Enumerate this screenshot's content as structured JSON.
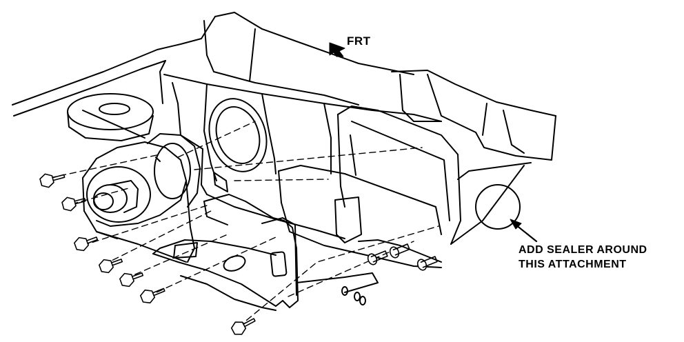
{
  "labels": {
    "frt": "FRT",
    "sealer_line1": "ADD SEALER AROUND",
    "sealer_line2": "THIS ATTACHMENT"
  },
  "colors": {
    "ink": "#000000",
    "paper": "#ffffff"
  },
  "icons": [
    "front-direction-arrow-icon",
    "pointer-arrow-icon",
    "bolt-icon",
    "screw-icon"
  ]
}
